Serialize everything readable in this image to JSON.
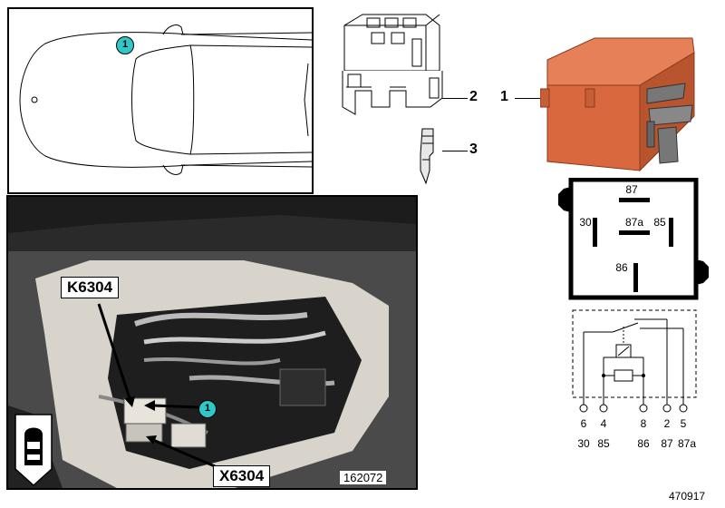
{
  "markers": {
    "location_marker": "1",
    "photo_marker": "1"
  },
  "photo": {
    "connector_k_label": "K6304",
    "connector_x_label": "X6304",
    "photo_ref": "162072"
  },
  "parts": {
    "relay_callout": "1",
    "socket_callout": "2",
    "terminal_callout": "3"
  },
  "relay_pinout": {
    "pins": [
      "87",
      "30",
      "87a",
      "85",
      "86"
    ]
  },
  "schematic": {
    "pin_numbers": [
      "6",
      "4",
      "8",
      "2",
      "5"
    ],
    "terminal_names": [
      "30",
      "85",
      "86",
      "87",
      "87a"
    ]
  },
  "diagram_ref": "470917",
  "colors": {
    "relay_body": "#d9683f",
    "marker": "#2ec8c8"
  }
}
